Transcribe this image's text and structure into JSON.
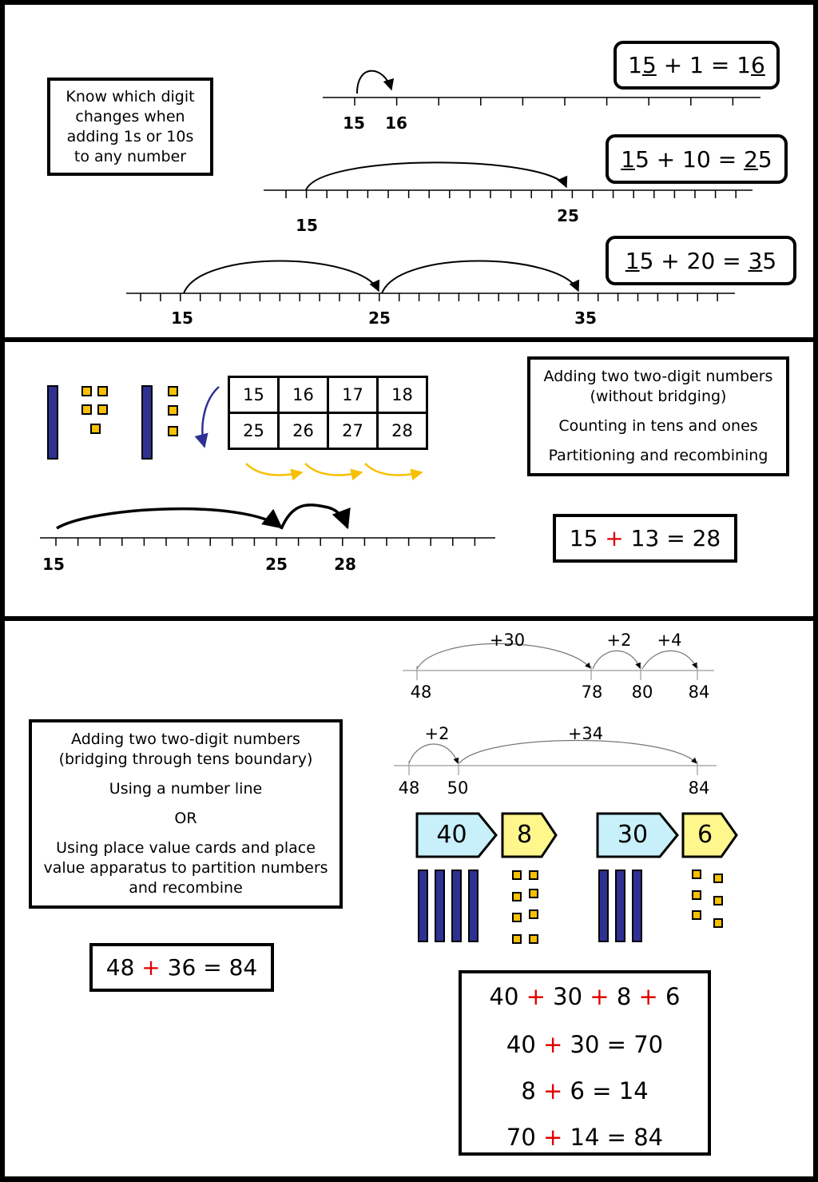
{
  "section1": {
    "note": "Know which digit changes when adding 1s or 10s to any number",
    "eq1": {
      "a1": "1",
      "a2": "5",
      "op": "+",
      "b": "1",
      "eq": "=",
      "r1": "1",
      "r2": "6"
    },
    "eq2": {
      "a1": "1",
      "a2": "5",
      "op": "+",
      "b": "10",
      "eq": "=",
      "r1": "2",
      "r2": "5"
    },
    "eq3": {
      "a1": "1",
      "a2": "5",
      "op": "+",
      "b": "20",
      "eq": "=",
      "r1": "3",
      "r2": "5"
    },
    "line1_labels": [
      "15",
      "16"
    ],
    "line2_labels": [
      "15",
      "25"
    ],
    "line3_labels": [
      "15",
      "25",
      "35"
    ]
  },
  "section2": {
    "note_title": "Adding two two-digit numbers",
    "note_sub": "(without bridging)",
    "note_line2": "Counting in tens and ones",
    "note_line3": "Partitioning and recombining",
    "grid_row1": [
      "15",
      "16",
      "17",
      "18"
    ],
    "grid_row2": [
      "25",
      "26",
      "27",
      "28"
    ],
    "line_labels": [
      "15",
      "25",
      "28"
    ],
    "eq": {
      "a": "15",
      "op": "+",
      "b": "13",
      "eq": "=",
      "r": "28"
    },
    "colors": {
      "rod": "#2e3192",
      "cube": "#f7c000",
      "arrow_blue": "#2e3192",
      "arrow_yellow": "#f7c000"
    }
  },
  "section3": {
    "note_title": "Adding two two-digit numbers",
    "note_sub": "(bridging through tens boundary)",
    "note_line2": "Using a number line",
    "note_or": "OR",
    "note_line3": "Using place value cards and place value apparatus to partition numbers and recombine",
    "line1": {
      "jumps": [
        "+30",
        "+2",
        "+4"
      ],
      "labels": [
        "48",
        "78",
        "80",
        "84"
      ]
    },
    "line2": {
      "jumps": [
        "+2",
        "+34"
      ],
      "labels": [
        "48",
        "50",
        "84"
      ]
    },
    "cards": [
      "40",
      "8",
      "30",
      "6"
    ],
    "eq": {
      "a": "48",
      "op": "+",
      "b": "36",
      "eq": "=",
      "r": "84"
    },
    "sum_top": {
      "a": "40",
      "b": "30",
      "c": "8",
      "d": "6",
      "op": "+"
    },
    "sum1": {
      "a": "40",
      "op": "+",
      "b": "30",
      "eq": "=",
      "r": "70"
    },
    "sum2": {
      "a": "8",
      "op": "+",
      "b": "6",
      "eq": "=",
      "r": "14"
    },
    "sum3": {
      "a": "70",
      "op": "+",
      "b": "14",
      "eq": "=",
      "r": "84"
    },
    "colors": {
      "card_tens": "#c8f0fa",
      "card_ones": "#fff68c",
      "plus": "#e00000"
    }
  }
}
